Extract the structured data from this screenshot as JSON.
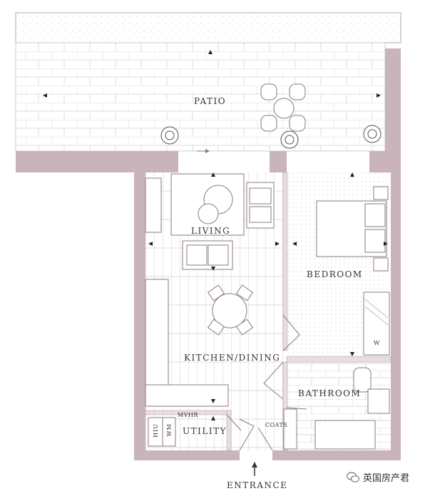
{
  "colors": {
    "wall": "#c9b4b9",
    "line": "#8a7a80",
    "floor_line": "#d8d0d3",
    "text": "#3a3236"
  },
  "rooms": {
    "patio": "PATIO",
    "living": "LIVING",
    "bedroom": "BEDROOM",
    "kitchen_dining": "KITCHEN/DINING",
    "bathroom": "BATHROOM",
    "utility": "UTILITY",
    "entrance": "ENTRANCE"
  },
  "fixtures": {
    "mvhr": "MVHR",
    "hiu": "HIU",
    "wm": "WM",
    "coats": "COATS",
    "wardrobe": "W"
  },
  "watermark": {
    "text": "英国房产君",
    "icon": "wechat-icon"
  }
}
